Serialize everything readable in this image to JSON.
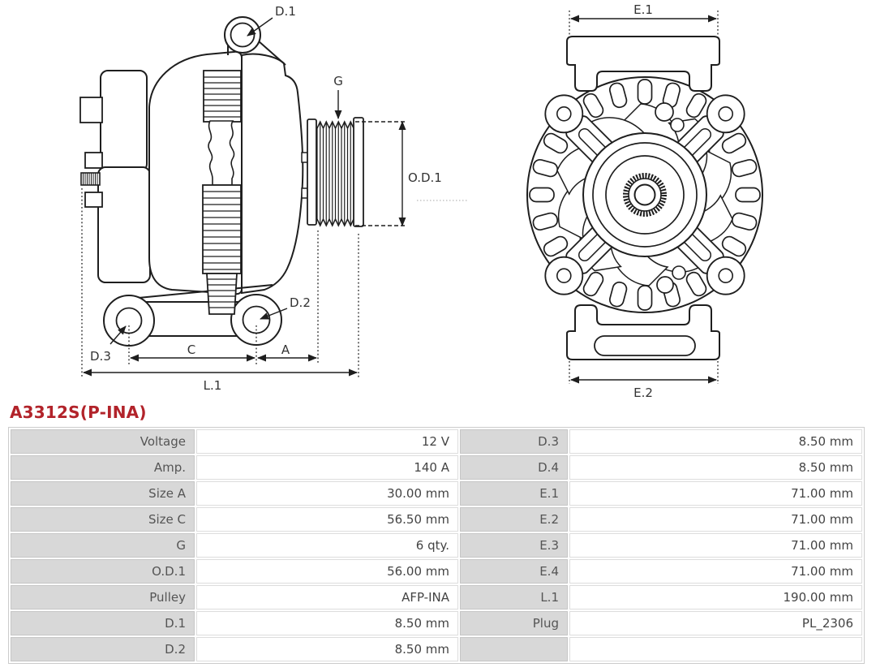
{
  "part_number": "A3312S(P-INA)",
  "colors": {
    "accent_red": "#b2232a",
    "table_label_bg": "#d8d8d8",
    "table_border": "#cccccc",
    "drawing_stroke": "#1e1e1e"
  },
  "drawing": {
    "labels": {
      "d1": "D.1",
      "d2": "D.2",
      "d3": "D.3",
      "g": "G",
      "od1": "O.D.1",
      "a": "A",
      "c": "C",
      "l1": "L.1",
      "e1": "E.1",
      "e2": "E.2"
    }
  },
  "spec_table": {
    "rows": [
      {
        "label1": "Voltage",
        "value1": "12 V",
        "label2": "D.3",
        "value2": "8.50 mm"
      },
      {
        "label1": "Amp.",
        "value1": "140 A",
        "label2": "D.4",
        "value2": "8.50 mm"
      },
      {
        "label1": "Size A",
        "value1": "30.00 mm",
        "label2": "E.1",
        "value2": "71.00 mm"
      },
      {
        "label1": "Size C",
        "value1": "56.50 mm",
        "label2": "E.2",
        "value2": "71.00 mm"
      },
      {
        "label1": "G",
        "value1": "6 qty.",
        "label2": "E.3",
        "value2": "71.00 mm"
      },
      {
        "label1": "O.D.1",
        "value1": "56.00 mm",
        "label2": "E.4",
        "value2": "71.00 mm"
      },
      {
        "label1": "Pulley",
        "value1": "AFP-INA",
        "label2": "L.1",
        "value2": "190.00 mm"
      },
      {
        "label1": "D.1",
        "value1": "8.50 mm",
        "label2": "Plug",
        "value2": "PL_2306"
      },
      {
        "label1": "D.2",
        "value1": "8.50 mm",
        "label2": "",
        "value2": ""
      }
    ]
  }
}
